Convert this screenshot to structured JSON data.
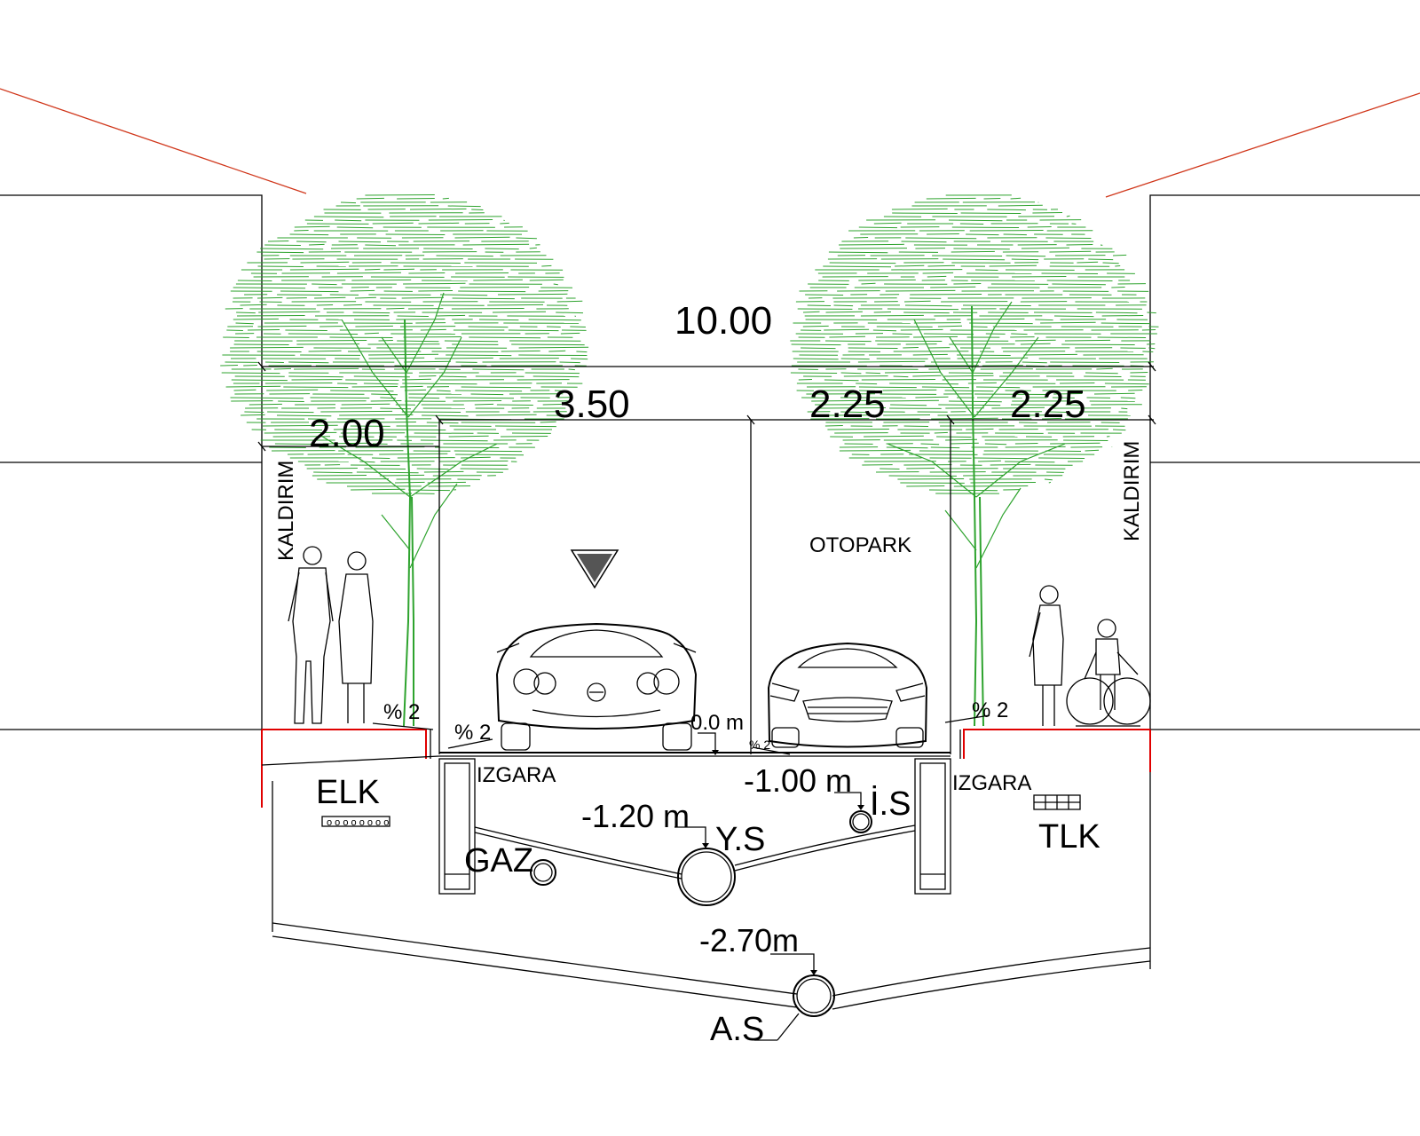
{
  "dimensions": {
    "total": "10.00",
    "sidewalk_left": "2.00",
    "road": "3.50",
    "parking": "2.25",
    "sidewalk_right": "2.25"
  },
  "zones": {
    "sidewalk_left": "KALDIRIM",
    "sidewalk_right": "KALDIRIM",
    "parking": "OTOPARK"
  },
  "slopes": {
    "left_sidewalk": "% 2",
    "road_left": "% 2",
    "road_right": "% 2",
    "right_sidewalk": "% 2"
  },
  "levels": {
    "road_surface": "0.0 m",
    "rain_pipe": "-1.00 m",
    "water_supply": "-1.20 m",
    "sewer": "-2.70m"
  },
  "utilities": {
    "electric": "ELK",
    "telecom": "TLK",
    "gas": "GAZ",
    "water_supply": "Y.S",
    "rain_water": "İ.S",
    "sewer": "A.S",
    "grate_left": "IZGARA",
    "grate_right": "IZGARA"
  },
  "colors": {
    "tree": "#2ea32e",
    "sight_line": "#d0361a",
    "curb": "#e00000",
    "line": "#000000"
  }
}
